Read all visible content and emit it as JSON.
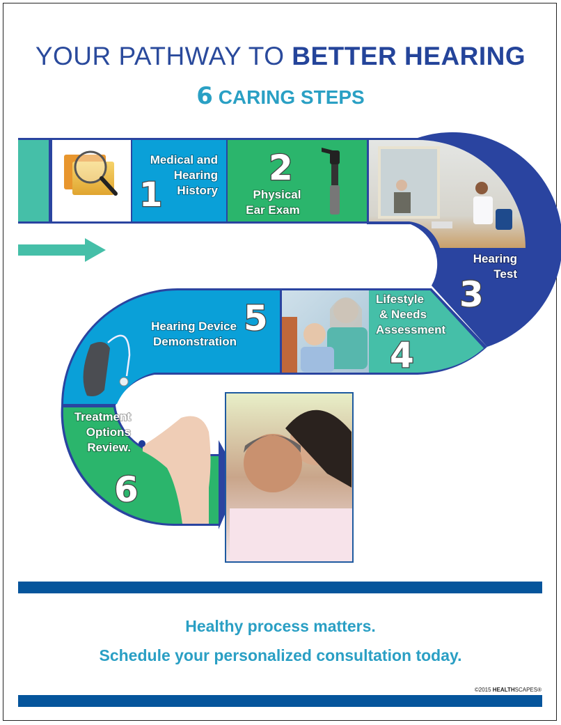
{
  "header": {
    "title_light": "YOUR PATHWAY TO ",
    "title_bold": "BETTER HEARING",
    "subtitle_number": "6",
    "subtitle_text": " CARING STEPS"
  },
  "steps": [
    {
      "number": "1",
      "lines": [
        "Medical and",
        "Hearing",
        "History"
      ],
      "image": "folders-magnifier-photo"
    },
    {
      "number": "2",
      "lines": [
        "Physical",
        "Ear Exam"
      ],
      "image": "otoscope-photo"
    },
    {
      "number": "3",
      "lines": [
        "Hearing",
        "Test"
      ],
      "image": "audiologist-booth-photo"
    },
    {
      "number": "4",
      "lines": [
        "Lifestyle",
        "& Needs",
        "Assessment"
      ],
      "image": "consultation-couple-photo"
    },
    {
      "number": "5",
      "lines": [
        "Hearing Device",
        "Demonstration"
      ],
      "image": "hearing-aid-photo"
    },
    {
      "number": "6",
      "lines": [
        "Treatment",
        "Options",
        "Review."
      ],
      "image": "hand-holding-hearing-aid-photo"
    }
  ],
  "final_image": "smiling-couple-photo",
  "colors": {
    "navy": "#2a44a0",
    "teal": "#45bfa8",
    "blue": "#0aa0d8",
    "green": "#2bb56c",
    "bar": "#05559c",
    "tagline": "#2a9fc4"
  },
  "footer": {
    "tagline_1": "Healthy process matters.",
    "tagline_2": "Schedule your personalized consultation today.",
    "copyright_prefix": "©2015 ",
    "copyright_brand_bold": "HEALTH",
    "copyright_brand_light": "SCAPES®"
  }
}
